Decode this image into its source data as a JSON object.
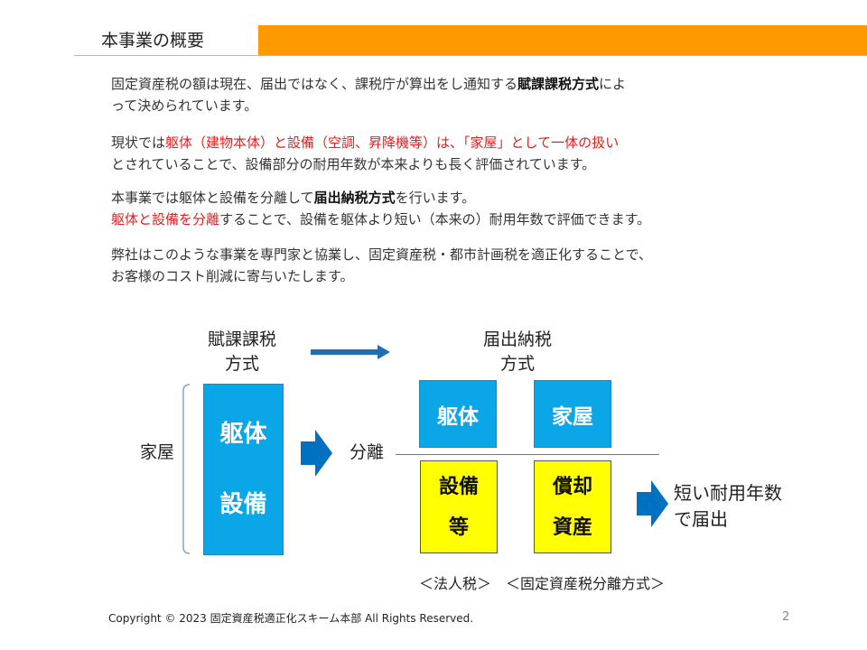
{
  "header": {
    "title": "本事業の概要"
  },
  "paragraphs": {
    "p1": {
      "a": "固定資産税の額は現在、届出ではなく、課税庁が算出をし通知する",
      "b": "賦課課税方式",
      "c": "によ",
      "d": "って決められています。"
    },
    "p2": {
      "a": "現状では",
      "b": "躯体（建物本体）と設備（空調、昇降機等）は、「家屋」として一体の扱い",
      "c": "とされていることで、設備部分の耐用年数が本来よりも長く評価されています。"
    },
    "p3": {
      "a": "本事業では躯体と設備を分離して",
      "b": "届出納税方式",
      "c": "を行います。",
      "d": "躯体と設備を分離",
      "e": "することで、設備を躯体より短い（本来の）耐用年数で評価できます。"
    },
    "p4": {
      "a": "弊社はこのような事業を専門家と協業し、固定資産税・都市計画税を適正化することで、",
      "b": "お客様のコスト削減に寄与いたします。"
    }
  },
  "diagram": {
    "fuka_label": [
      "賦課課税",
      "方式"
    ],
    "todoke_label": [
      "届出納税",
      "方式"
    ],
    "kaoku_label": "家屋",
    "bunri_label": "分離",
    "main_box": [
      "躯体",
      "設備"
    ],
    "kutai_box": "躯体",
    "kaoku_box": "家屋",
    "setsubi_box": [
      "設備",
      "等"
    ],
    "shokyaku_box": [
      "償却",
      "資産"
    ],
    "result_label": [
      "短い耐用年数",
      "で届出"
    ],
    "caption": "＜法人税＞　＜固定資産税分離方式＞"
  },
  "footer": {
    "copyright": "Copyright © 2023 固定資産税適正化スキーム本部  All Rights Reserved.",
    "page": "2"
  },
  "colors": {
    "accent": "#FF9900",
    "blue": "#0AA6E8",
    "arrow": "#0070C0",
    "yellow": "#FFFF00",
    "red": "#E02020"
  }
}
